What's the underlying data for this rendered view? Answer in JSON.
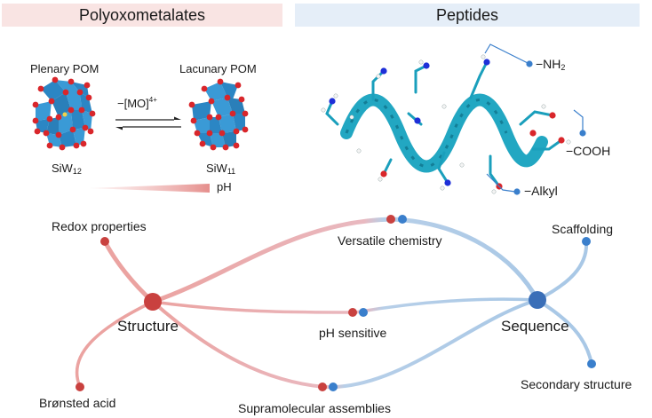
{
  "headers": {
    "pom": "Polyoxometalates",
    "peptides": "Peptides"
  },
  "pom": {
    "plenary_label": "Plenary POM",
    "lacunary_label": "Lacunary POM",
    "reaction_prefix": "−[MO]",
    "reaction_sup": "4+",
    "plenary_formula_main": "SiW",
    "plenary_formula_sub": "12",
    "lacunary_formula_main": "SiW",
    "lacunary_formula_sub": "11",
    "ph_label": "pH"
  },
  "peptide": {
    "nh2_label": "−NH",
    "nh2_sub": "2",
    "cooh_label": "−COOH",
    "alkyl_label": "−Alkyl"
  },
  "network": {
    "hub_structure": "Structure",
    "hub_sequence": "Sequence",
    "redox": "Redox properties",
    "bronsted": "Brønsted acid",
    "versatile": "Versatile chemistry",
    "ph_sensitive": "pH sensitive",
    "supramolecular": "Supramolecular assemblies",
    "scaffolding": "Scaffolding",
    "secondary": "Secondary structure"
  },
  "colors": {
    "pom_red": "#c9413f",
    "pep_blue": "#3a7fcc",
    "pom_link": "#eba3a1",
    "pep_link": "#a9c8e6",
    "polyhedra": "#2f8fcd",
    "oxygen": "#d9262b",
    "helix": "#22a7c2"
  }
}
